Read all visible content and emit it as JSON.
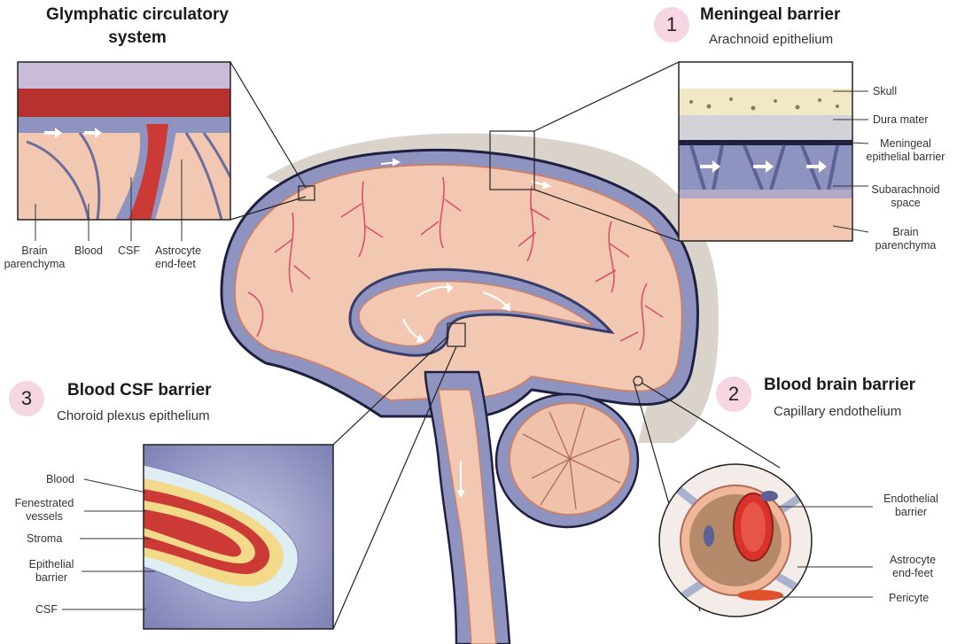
{
  "glymphatic": {
    "title": "Glymphatic circulatory system",
    "labels": [
      "Brain parenchyma",
      "Blood",
      "CSF",
      "Astrocyte end-feet"
    ]
  },
  "meningeal": {
    "number": "1",
    "title": "Meningeal barrier",
    "subtitle": "Arachnoid epithelium",
    "labels": [
      "Skull",
      "Dura mater",
      "Meningeal epithelial barrier",
      "Subarachnoid space",
      "Brain parenchyma"
    ]
  },
  "bbb": {
    "number": "2",
    "title": "Blood brain barrier",
    "subtitle": "Capillary endothelium",
    "labels": [
      "Endothelial barrier",
      "Astrocyte end-feet",
      "Pericyte"
    ]
  },
  "bcsf": {
    "number": "3",
    "title": "Blood CSF barrier",
    "subtitle": "Choroid plexus epithelium",
    "labels": [
      "Blood",
      "Fenestrated vessels",
      "Stroma",
      "Epithelial barrier",
      "CSF"
    ]
  },
  "colors": {
    "csf": "#8f93c0",
    "csf_dark": "#5d6196",
    "brain": "#f3c8b2",
    "brain_dark": "#c9826d",
    "blood": "#cc3a36",
    "vessel": "#d9506a",
    "bone": "#f1e9c6",
    "badge": "#f7d6e4"
  }
}
